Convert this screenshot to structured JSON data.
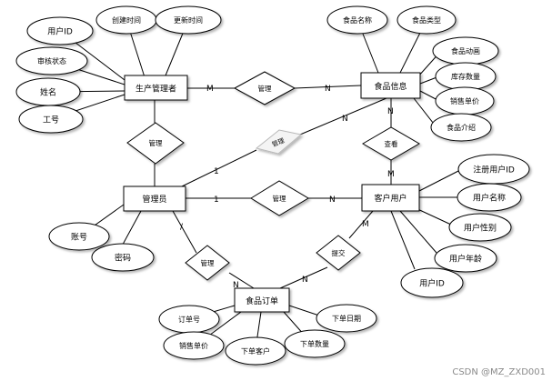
{
  "entities": [
    {
      "id": "producer",
      "label": "生产管理者"
    },
    {
      "id": "food",
      "label": "食品信息"
    },
    {
      "id": "admin",
      "label": "管理员"
    },
    {
      "id": "customer",
      "label": "客户用户"
    },
    {
      "id": "order",
      "label": "食品订单"
    }
  ],
  "relationships": [
    {
      "id": "rel-producer-food",
      "label": "管理"
    },
    {
      "id": "rel-producer-admin",
      "label": "管理"
    },
    {
      "id": "rel-admin-food",
      "label": "管理"
    },
    {
      "id": "rel-customer-food",
      "label": "查看"
    },
    {
      "id": "rel-admin-customer",
      "label": "管理"
    },
    {
      "id": "rel-admin-order",
      "label": "管理"
    },
    {
      "id": "rel-customer-order",
      "label": "提交"
    }
  ],
  "attributes": [
    {
      "id": "producer-userid",
      "label": "用户ID"
    },
    {
      "id": "producer-created",
      "label": "创建时间"
    },
    {
      "id": "producer-updated",
      "label": "更新时间"
    },
    {
      "id": "producer-review",
      "label": "审核状态"
    },
    {
      "id": "producer-name",
      "label": "姓名"
    },
    {
      "id": "producer-jobno",
      "label": "工号"
    },
    {
      "id": "food-name",
      "label": "食品名称"
    },
    {
      "id": "food-type",
      "label": "食品类型"
    },
    {
      "id": "food-image",
      "label": "食品动画"
    },
    {
      "id": "food-stock",
      "label": "库存数量"
    },
    {
      "id": "food-price",
      "label": "销售单价"
    },
    {
      "id": "food-intro",
      "label": "食品介绍"
    },
    {
      "id": "cust-regid",
      "label": "注册用户ID"
    },
    {
      "id": "cust-name",
      "label": "用户名称"
    },
    {
      "id": "cust-gender",
      "label": "用户性别"
    },
    {
      "id": "cust-age",
      "label": "用户年龄"
    },
    {
      "id": "cust-userid",
      "label": "用户ID"
    },
    {
      "id": "admin-account",
      "label": "账号"
    },
    {
      "id": "admin-password",
      "label": "密码"
    },
    {
      "id": "order-no",
      "label": "订单号"
    },
    {
      "id": "order-date",
      "label": "下单日期"
    },
    {
      "id": "order-price",
      "label": "销售单价"
    },
    {
      "id": "order-customer",
      "label": "下单客户"
    },
    {
      "id": "order-qty",
      "label": "下单数量"
    }
  ],
  "cardinalities": [
    {
      "id": "card-producer-M",
      "label": "M"
    },
    {
      "id": "card-food-N-1",
      "label": "N"
    },
    {
      "id": "card-admin-1-a",
      "label": "1"
    },
    {
      "id": "card-food-N-2",
      "label": "N"
    },
    {
      "id": "card-food-N-3",
      "label": "N"
    },
    {
      "id": "card-cust-M-1",
      "label": "M"
    },
    {
      "id": "card-admin-1-b",
      "label": "1"
    },
    {
      "id": "card-cust-N",
      "label": "N"
    },
    {
      "id": "card-admin-1-c",
      "label": "/"
    },
    {
      "id": "card-order-N-1",
      "label": "N"
    },
    {
      "id": "card-cust-M-2",
      "label": "M"
    },
    {
      "id": "card-order-N-2",
      "label": "N"
    }
  ],
  "watermark": "CSDN @MZ_ZXD001"
}
